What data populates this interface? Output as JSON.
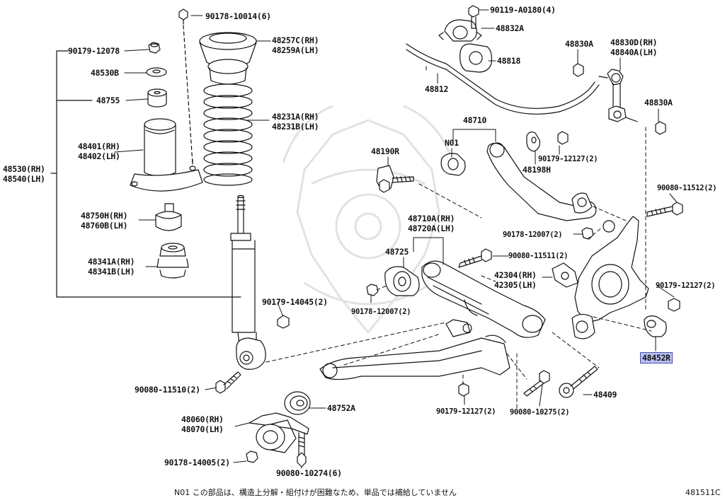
{
  "labels": {
    "b90178_10014": "90178-10014(6)",
    "b90179_12078": "90179-12078",
    "p48530B": "48530B",
    "p48755": "48755",
    "p48257C": "48257C(RH)",
    "p48259A": "48259A(LH)",
    "p48231A": "48231A(RH)",
    "p48231B": "48231B(LH)",
    "p48401": "48401(RH)",
    "p48402": "48402(LH)",
    "p48530RH": "48530(RH)",
    "p48540LH": "48540(LH)",
    "p48750H": "48750H(RH)",
    "p48760B": "48760B(LH)",
    "p48341A": "48341A(RH)",
    "p48341B": "48341B(LH)",
    "b90179_14045": "90179-14045(2)",
    "b90080_11510": "90080-11510(2)",
    "p48060": "48060(RH)",
    "p48070": "48070(LH)",
    "p48752A": "48752A",
    "b90178_14005": "90178-14005(2)",
    "b90080_10274": "90080-10274(6)",
    "b90119_A0180": "90119-A0180(4)",
    "p48832A": "48832A",
    "p48818": "48818",
    "p48812": "48812",
    "p48830A_1": "48830A",
    "p48830D": "48830D(RH)",
    "p48840A": "48840A(LH)",
    "p48830A_2": "48830A",
    "p48710": "48710",
    "n01": "N01",
    "p48190R": "48190R",
    "b90179_12127_a": "90179-12127(2)",
    "p48198H": "48198H",
    "b90080_11512": "90080-11512(2)",
    "p48710A": "48710A(RH)",
    "p48720A": "48720A(LH)",
    "b90178_12007_a": "90178-12007(2)",
    "p48725": "48725",
    "b90080_11511": "90080-11511(2)",
    "p42304": "42304(RH)",
    "p42305": "42305(LH)",
    "b90178_12007_b": "90178-12007(2)",
    "b90179_12127_b": "90179-12127(2)",
    "p48452R": "48452R",
    "p48409": "48409",
    "b90179_12127_c": "90179-12127(2)",
    "b90080_10275": "90080-10275(2)"
  },
  "footer": {
    "note": "N01 この部品は、構造上分解・組付けが困難なため、単品では補給していません",
    "code": "481511C"
  },
  "colors": {
    "ink": "#111111",
    "highlight": "#b9bff0",
    "highlight_border": "#4a4fa8",
    "watermark": "#e2e2e2"
  }
}
